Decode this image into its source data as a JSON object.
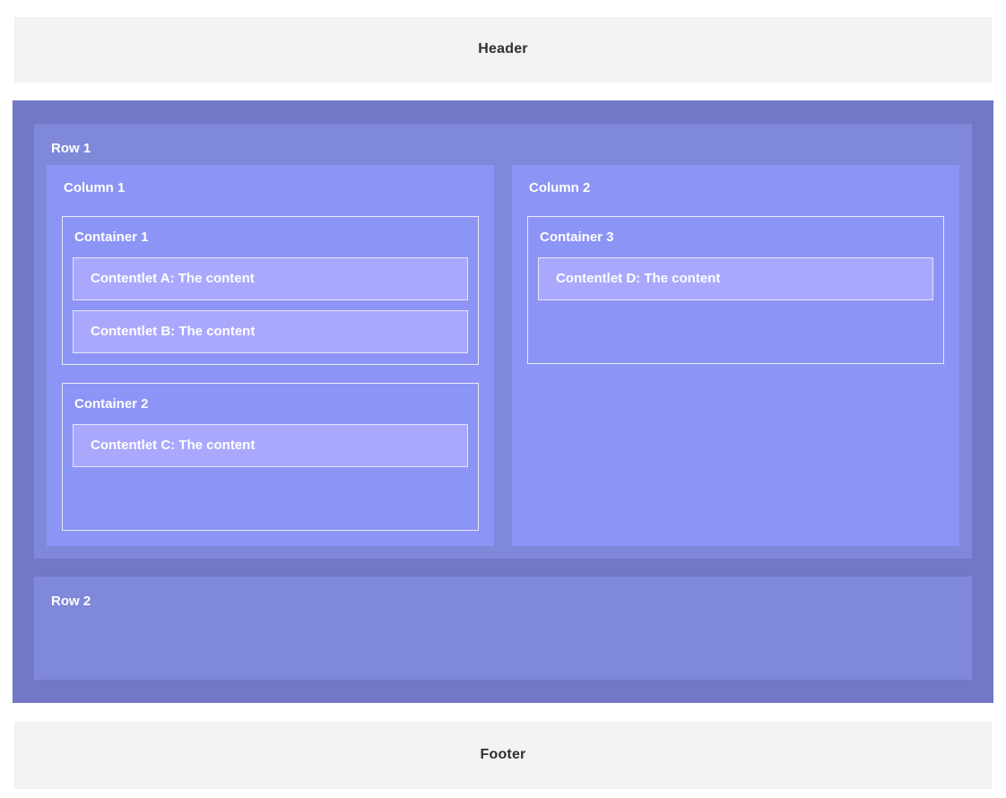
{
  "header": {
    "label": "Header"
  },
  "footer": {
    "label": "Footer"
  },
  "body": {
    "rows": [
      {
        "label": "Row 1",
        "columns": [
          {
            "label": "Column 1",
            "containers": [
              {
                "label": "Container 1",
                "contentlets": [
                  {
                    "label": "Contentlet A: The content"
                  },
                  {
                    "label": "Contentlet B: The content"
                  }
                ]
              },
              {
                "label": "Container 2",
                "contentlets": [
                  {
                    "label": "Contentlet C: The content"
                  }
                ]
              }
            ]
          },
          {
            "label": "Column 2",
            "containers": [
              {
                "label": "Container 3",
                "contentlets": [
                  {
                    "label": "Contentlet D: The content"
                  }
                ]
              }
            ]
          }
        ]
      },
      {
        "label": "Row 2",
        "columns": []
      }
    ]
  },
  "colors": {
    "band_background": "#f3f2f3",
    "band_text": "#2f2f2f",
    "body_background": "#7277c7",
    "row_background": "#8088da",
    "column_background": "#8c94f5",
    "contentlet_background": "#aaa8fd",
    "border": "#e9eaf9",
    "label_text": "#ffffff"
  }
}
